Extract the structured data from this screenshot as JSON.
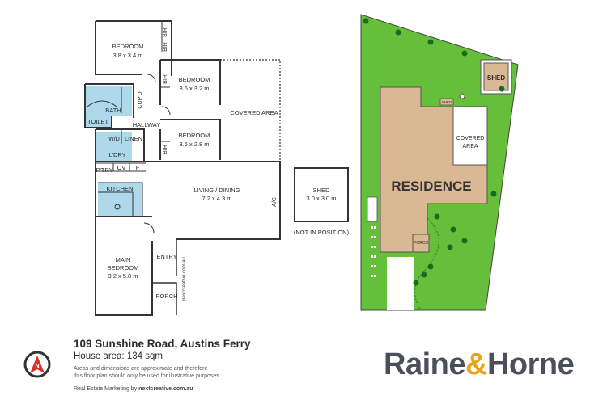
{
  "floorplan": {
    "rooms": [
      {
        "id": "bedroom-1",
        "name": "BEDROOM",
        "size": "3.8 x 3.4 m"
      },
      {
        "id": "bedroom-2",
        "name": "BEDROOM",
        "size": "3.6 x 3.2 m"
      },
      {
        "id": "bedroom-3",
        "name": "BEDROOM",
        "size": "3.6 x 2.8 m"
      },
      {
        "id": "main-bedroom",
        "name_line1": "MAIN",
        "name_line2": "BEDROOM",
        "size": "3.2 x 5.8 m"
      },
      {
        "id": "living",
        "name": "LIVING / DINING",
        "size": "7.2 x 4.3 m"
      },
      {
        "id": "shed",
        "name": "SHED",
        "size": "3.0 x 3.0 m"
      }
    ],
    "labels": {
      "bir": "BIR",
      "cupd": "CUP'D",
      "bath": "BATH",
      "toilet": "TOILET",
      "hallway": "HALLWAY",
      "wd": "W/D",
      "linen": "LINEN",
      "ldry": "L'DRY",
      "ptry": "P'TRY",
      "ov": "OV",
      "f": "F",
      "kitchen": "KITCHEN",
      "covered_area": "COVERED AREA",
      "ac": "A/C",
      "entry": "ENTRY",
      "porch": "PORCH",
      "not_in_position": "(NOT IN POSITION)",
      "watermark": "nextcreative.com.au"
    }
  },
  "siteplan": {
    "residence": "RESIDENCE",
    "shed": "SHED",
    "shed_small": "SHED",
    "covered_line1": "COVERED",
    "covered_line2": "AREA",
    "porch": "PORCH"
  },
  "info": {
    "address": "109 Sunshine Road, Austins Ferry",
    "house_area": "House area: 134 sqm",
    "disclaimer_line1": "Areas and dimensions are approximate and therefore",
    "disclaimer_line2": "this floor plan should only be used for illustrative purposes.",
    "marketing_prefix": "Real Estate Marketing by ",
    "marketing_site": "nextcreative.com.au"
  },
  "brand": {
    "part1": "Raine",
    "amp": "&",
    "part2": "Horne"
  },
  "colors": {
    "grass": "#66bf3a",
    "residence": "#d9b893",
    "wet_area": "#aed9eb",
    "wall": "#333333",
    "brand_text": "#4a4f5e",
    "brand_amp": "#e8a51f",
    "compass_red": "#d8312b"
  }
}
